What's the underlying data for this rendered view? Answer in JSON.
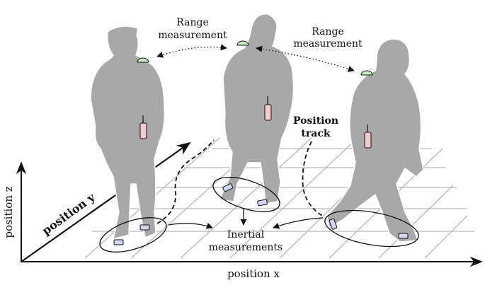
{
  "labels": {
    "range_left_line1": "Range",
    "range_left_line2": "measurement",
    "range_right_line1": "Range",
    "range_right_line2": "measurement",
    "position_track_line1": "Position",
    "position_track_line2": "track",
    "inertial_line1": "Inertial",
    "inertial_line2": "measurements"
  },
  "axes": {
    "x_label": "position x",
    "y_label": "position y",
    "z_label": "position z"
  },
  "colors": {
    "silhouette": "#a8a8a8",
    "range_sensor": "#c8ecbe",
    "radio": "#f6c9cc",
    "imu": "#d2d6f5",
    "grid": "#b8b8b8",
    "ink": "#111111"
  }
}
